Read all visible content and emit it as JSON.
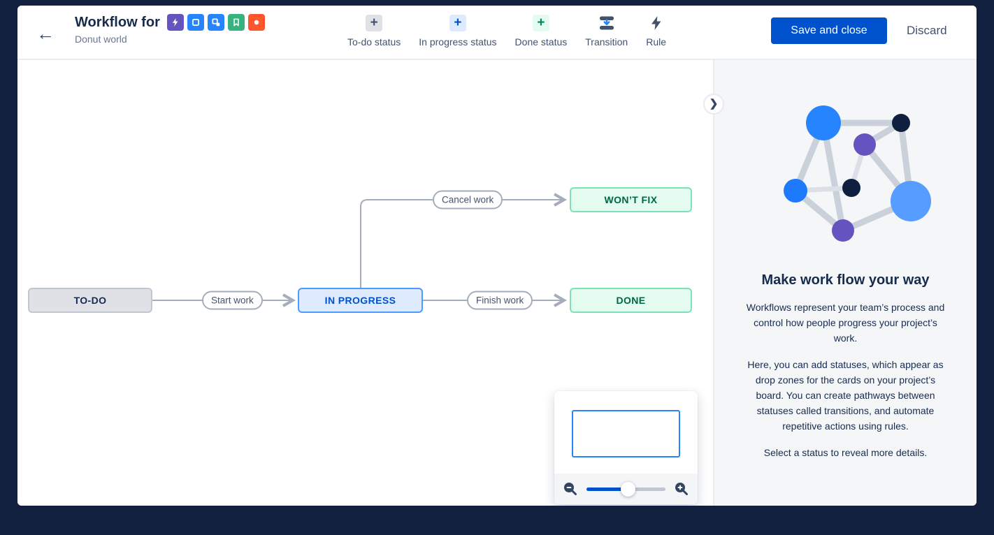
{
  "header": {
    "title": "Workflow for",
    "subtitle": "Donut world",
    "project_icons": [
      {
        "name": "bolt-icon",
        "color": "#6554C0"
      },
      {
        "name": "square-icon",
        "color": "#2684FF"
      },
      {
        "name": "subtasks-icon",
        "color": "#2684FF"
      },
      {
        "name": "bookmark-icon",
        "color": "#36B37E"
      },
      {
        "name": "circle-icon",
        "color": "#FF5630"
      }
    ],
    "toolbar": [
      {
        "label": "To-do status",
        "glyph": "+",
        "icon_bg": "#DFE1E6",
        "icon_color": "#42526E"
      },
      {
        "label": "In progress status",
        "glyph": "+",
        "icon_bg": "#DEEBFF",
        "icon_color": "#0052CC"
      },
      {
        "label": "Done status",
        "glyph": "+",
        "icon_bg": "#E3FCEF",
        "icon_color": "#00875A"
      },
      {
        "label": "Transition"
      },
      {
        "label": "Rule"
      }
    ],
    "save_label": "Save and close",
    "discard_label": "Discard"
  },
  "workflow": {
    "statuses": [
      {
        "label": "TO-DO",
        "category": "todo"
      },
      {
        "label": "IN PROGRESS",
        "category": "inprogress"
      },
      {
        "label": "DONE",
        "category": "done"
      },
      {
        "label": "WON’T FIX",
        "category": "done"
      }
    ],
    "transitions": [
      {
        "label": "Start work"
      },
      {
        "label": "Finish work"
      },
      {
        "label": "Cancel work"
      }
    ]
  },
  "minimap": {
    "slider_position": 0.52
  },
  "sidebar": {
    "heading": "Make work flow your way",
    "paragraphs": [
      "Workflows represent your team’s process and control how people progress your project’s work.",
      "Here, you can add statuses, which appear as drop zones for the cards on your project’s board. You can create pathways between statuses called transitions, and automate repetitive actions using rules.",
      "Select a status to reveal more details."
    ]
  },
  "colors": {
    "primary_blue": "#0052CC",
    "node_todo_bg": "#DFE1E6",
    "node_inprogress_bg": "#DEEBFF",
    "node_done_bg": "#E3FCEF",
    "edge_gray": "#A5ADBA",
    "frame_navy": "#12203f",
    "sidebar_bg": "#F5F6F8"
  }
}
